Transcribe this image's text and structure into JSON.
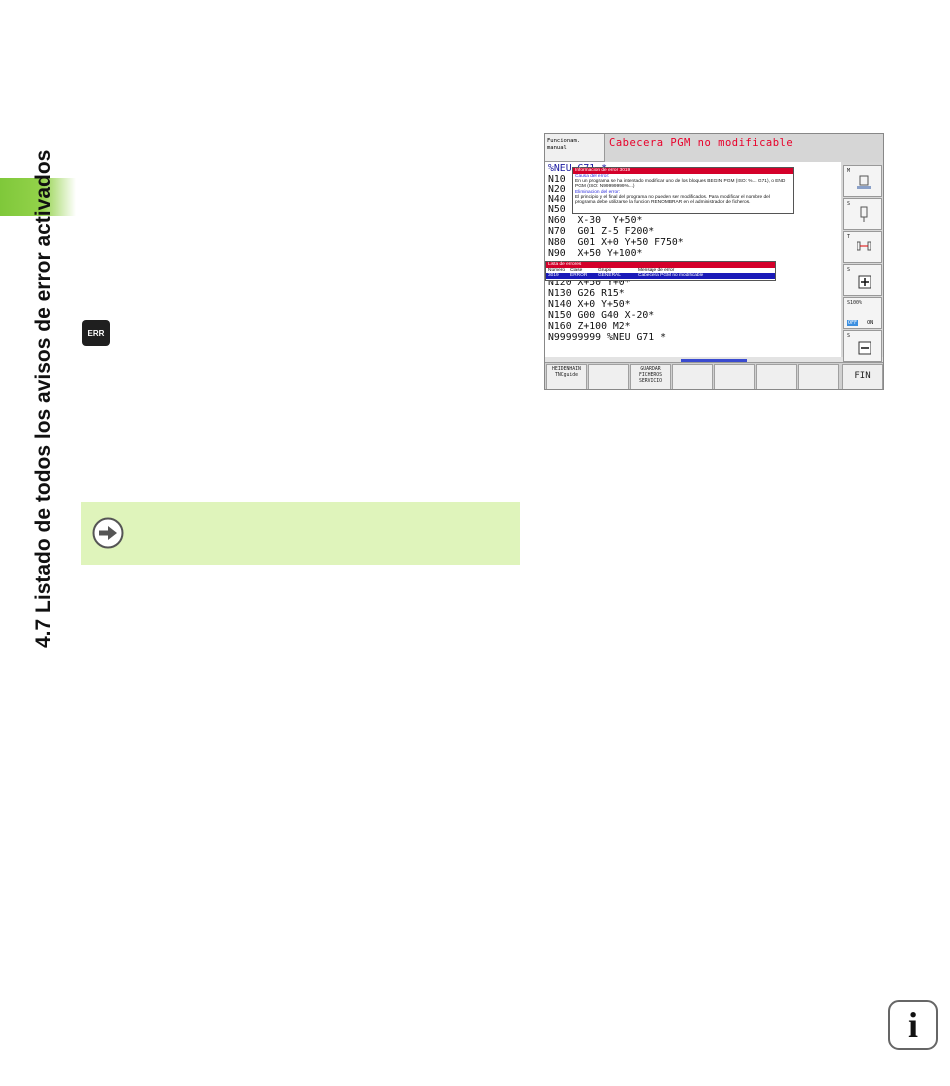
{
  "chapter_title": "4.7 Listado de todos los avisos de error activados",
  "err_key_label": "ERR",
  "screen": {
    "mode_label": "Funcionam.\nmanual",
    "header_message": "Cabecera PGM no modificable",
    "program_lines": [
      "%NEU G71 *",
      "N10",
      "N20",
      "N40",
      "N50",
      "N60  X-30  Y+50*",
      "N70  G01 Z-5 F200*",
      "N80  G01 X+0 Y+50 F750*",
      "N90  X+50 Y+100*",
      "N120 X+50 Y+0*",
      "N130 G26 R15*",
      "N140 X+0 Y+50*",
      "N150 G00 G40 X-20*",
      "N160 Z+100 M2*",
      "N99999999 %NEU G71 *"
    ],
    "error_popup": {
      "title": "Informacion de error 3019",
      "cause_heading": "Causa del error:",
      "cause_text": "En un programa se ha intentado modificar uno de los bloques BEGIN PGM (ISO: %... G71), o END PGM (ISO: N99999999%...)",
      "fix_heading": "Eliminacion del error:",
      "fix_text": "El principio y el final del programa no pueden ser modificados. Para modificar el nombre del programa debe utilizarse la funcion RENOMBRAR en el administrador de ficheros."
    },
    "error_list": {
      "title": "Lista de errores",
      "columns": [
        "Número",
        "Clase",
        "Grupo",
        "Mensaje de error"
      ],
      "row": [
        "3019",
        "ERROR",
        "GENERAL",
        "Cabecera PGM no modificable"
      ]
    },
    "side_labels": [
      "M",
      "S",
      "T",
      "S",
      "S100%",
      "S"
    ],
    "off_label": "OFF",
    "on_label": "ON",
    "softkeys": [
      "HEIDENHAIN\nTNCguide",
      "",
      "GUARDAR\nFICHEROS\nSERVICIO",
      "",
      "",
      "",
      "",
      "FIN"
    ]
  },
  "colors": {
    "accent_green": "#8ccd44",
    "note_bg": "#dff4bb",
    "error_red": "#d4002a"
  }
}
